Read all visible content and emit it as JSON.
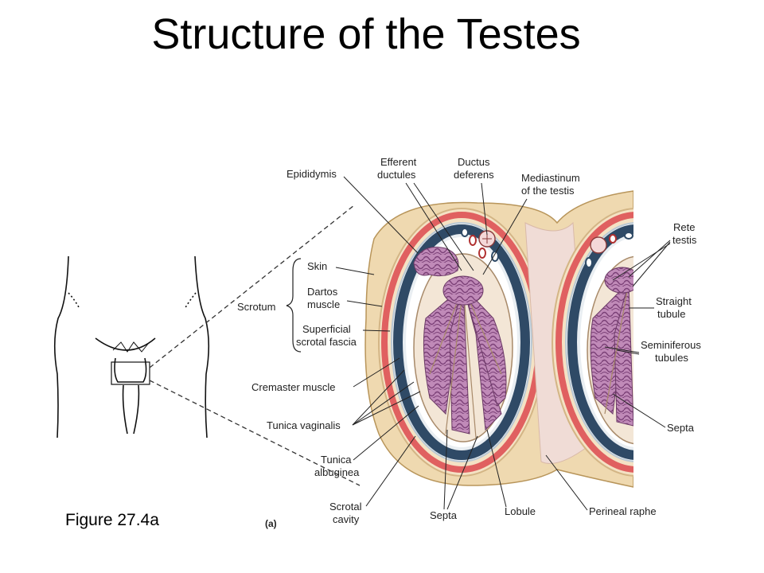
{
  "title": "Structure of the Testes",
  "figure_caption": "Figure 27.4a",
  "panel_letter": "(a)",
  "scrotum_group_label": "Scrotum",
  "labels": {
    "epididymis": "Epididymis",
    "efferent": [
      "Efferent",
      "ductules"
    ],
    "ductus": [
      "Ductus",
      "deferens"
    ],
    "mediastinum": [
      "Mediastinum",
      "of the testis"
    ],
    "rete": [
      "Rete",
      "testis"
    ],
    "skin": "Skin",
    "dartos": [
      "Dartos",
      "muscle"
    ],
    "superficial": [
      "Superficial",
      "scrotal fascia"
    ],
    "straight": [
      "Straight",
      "tubule"
    ],
    "seminiferous": [
      "Seminiferous",
      "tubules"
    ],
    "cremaster": "Cremaster muscle",
    "tunica_vaginalis": "Tunica vaginalis",
    "septa_right": "Septa",
    "tunica_albuginea": [
      "Tunica",
      "albuginea"
    ],
    "scrotal_cavity": [
      "Scrotal",
      "cavity"
    ],
    "septa_bottom": "Septa",
    "lobule": "Lobule",
    "perineal_raphe": "Perineal raphe"
  },
  "colors": {
    "skin_tan": "#efd9b0",
    "muscle_red": "#e06060",
    "navy": "#2f4a66",
    "tubule_pink": "#c08ab8",
    "tubule_dark": "#7a3f76",
    "lobule_bg": "#f3e6d6"
  }
}
